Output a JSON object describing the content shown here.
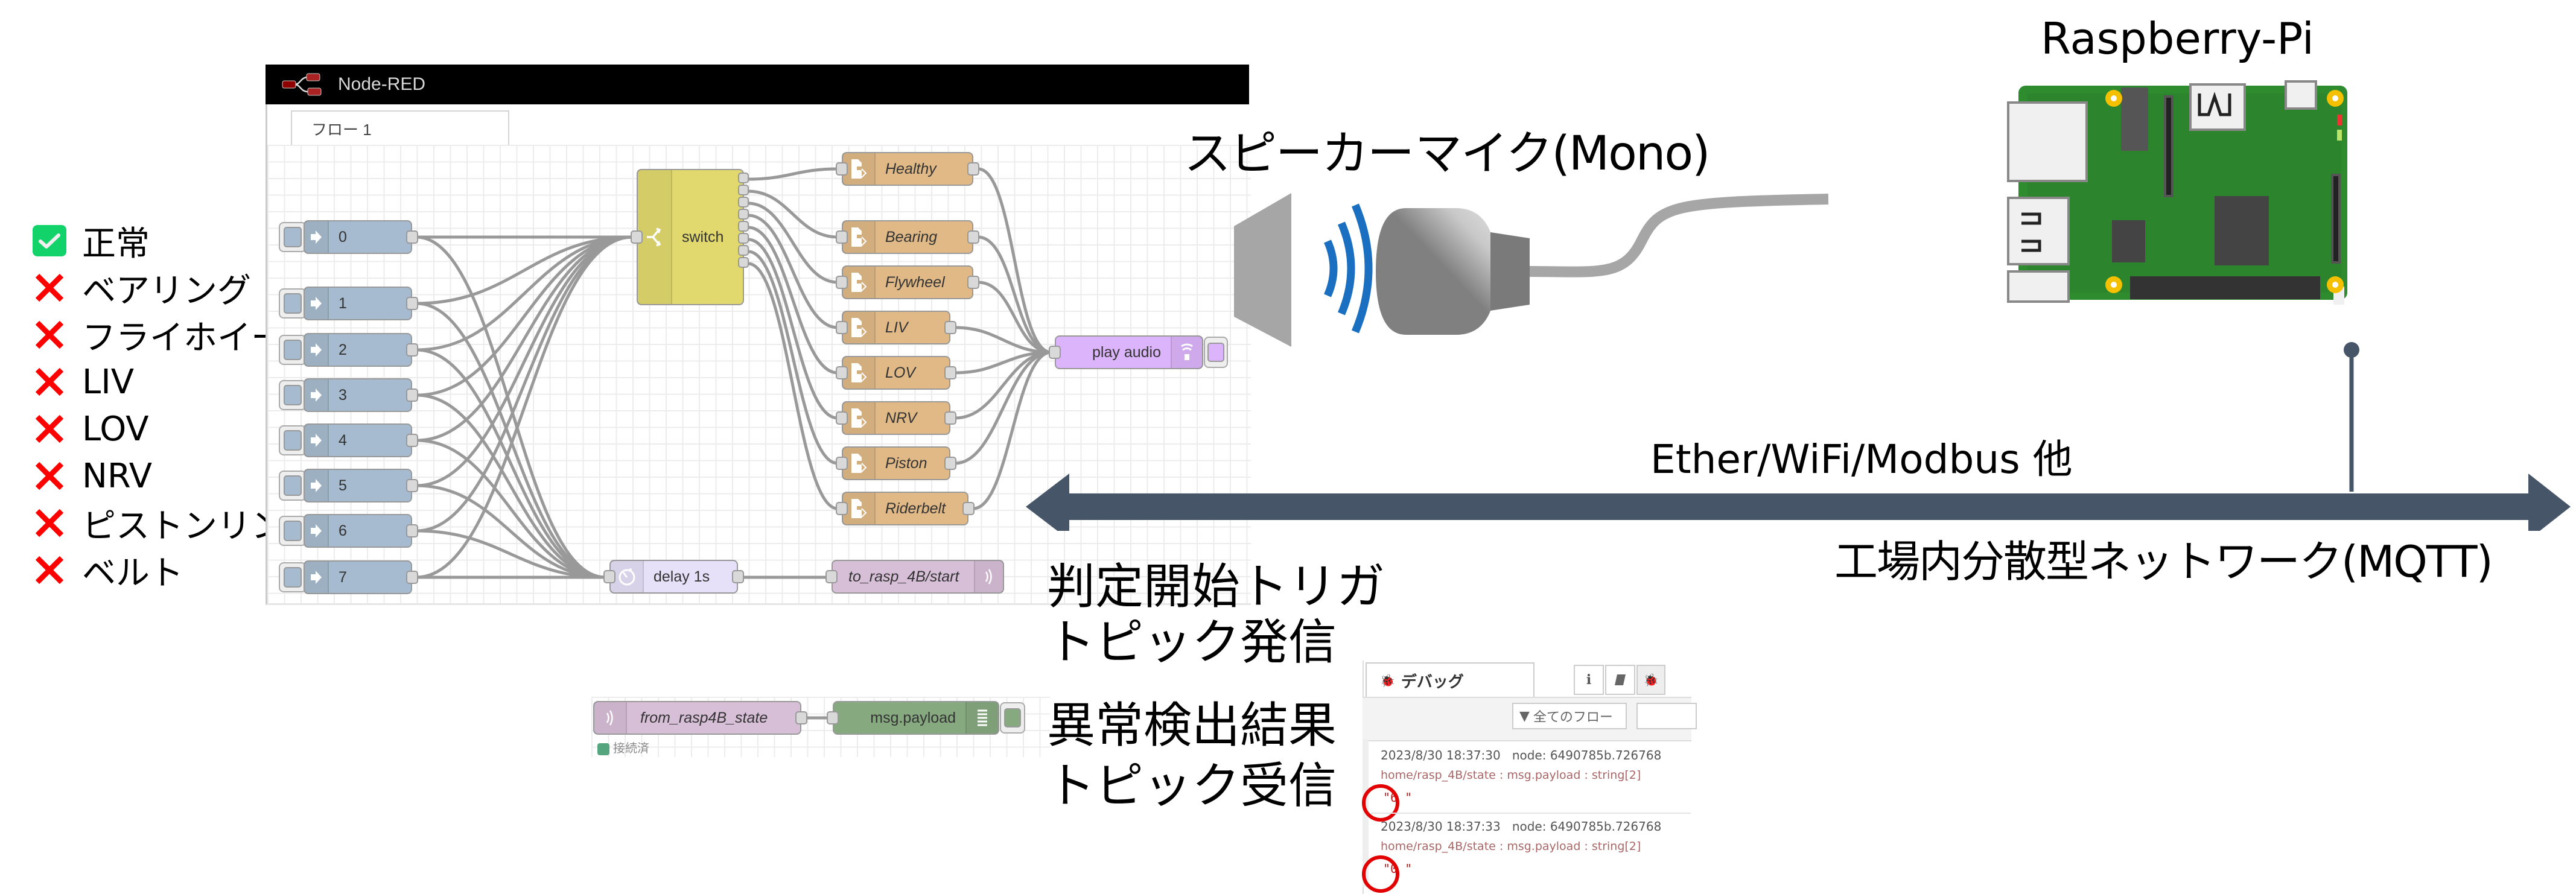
{
  "legend": {
    "items": [
      {
        "label": "正常",
        "status": "ok"
      },
      {
        "label": "ベアリング",
        "status": "fault"
      },
      {
        "label": "フライホイール",
        "status": "fault"
      },
      {
        "label": "LIV",
        "status": "fault"
      },
      {
        "label": "LOV",
        "status": "fault"
      },
      {
        "label": "NRV",
        "status": "fault"
      },
      {
        "label": "ピストンリング",
        "status": "fault"
      },
      {
        "label": "ベルト",
        "status": "fault"
      }
    ],
    "colors": {
      "ok": "#12d26a",
      "fault": "#ff0000"
    }
  },
  "node_red": {
    "app_title": "Node-RED",
    "tab_label": "フロー 1",
    "inject_nodes": [
      "0",
      "1",
      "2",
      "3",
      "4",
      "5",
      "6",
      "7"
    ],
    "switch_node": {
      "label": "switch",
      "outputs": 8
    },
    "function_nodes": [
      "Healthy",
      "Bearing",
      "Flywheel",
      "LIV",
      "LOV",
      "NRV",
      "Piston",
      "Riderbelt"
    ],
    "audio_node": {
      "label": "play audio"
    },
    "delay_node": {
      "label": "delay 1s"
    },
    "mqtt_out_node": {
      "label": "to_rasp_4B/start"
    },
    "mqtt_in_node": {
      "label": "from_rasp4B_state",
      "status": "接続済"
    },
    "debug_node": {
      "label": "msg.payload"
    }
  },
  "labels": {
    "speaker": "スピーカー",
    "mic": "マイク(Mono)",
    "raspberry_pi": "Raspberry-Pi",
    "network_protocols": "Ether/WiFi/Modbus 他",
    "network_name": "工場内分散型ネットワーク(MQTT)",
    "trigger_line1": "判定開始トリガ",
    "trigger_line2": "トピック発信",
    "result_line1": "異常検出結果",
    "result_line2": "トピック受信"
  },
  "debug_panel": {
    "tab_label": "デバッグ",
    "info_button": "i",
    "filter_label": "全てのフロー",
    "messages": [
      {
        "timestamp": "2023/8/30 18:37:30",
        "node": "node: 6490785b.726768",
        "topic": "home/rasp_4B/state : msg.payload : string[2]",
        "value": "\"6 \""
      },
      {
        "timestamp": "2023/8/30 18:37:33",
        "node": "node: 6490785b.726768",
        "topic": "home/rasp_4B/state : msg.payload : string[2]",
        "value": "\"0 \""
      }
    ]
  },
  "colors": {
    "network_arrow": "#475569",
    "sound_waves": "#1a6fc0",
    "pcb_green": "#2e8b2e",
    "highlight_circle": "#e30000"
  }
}
